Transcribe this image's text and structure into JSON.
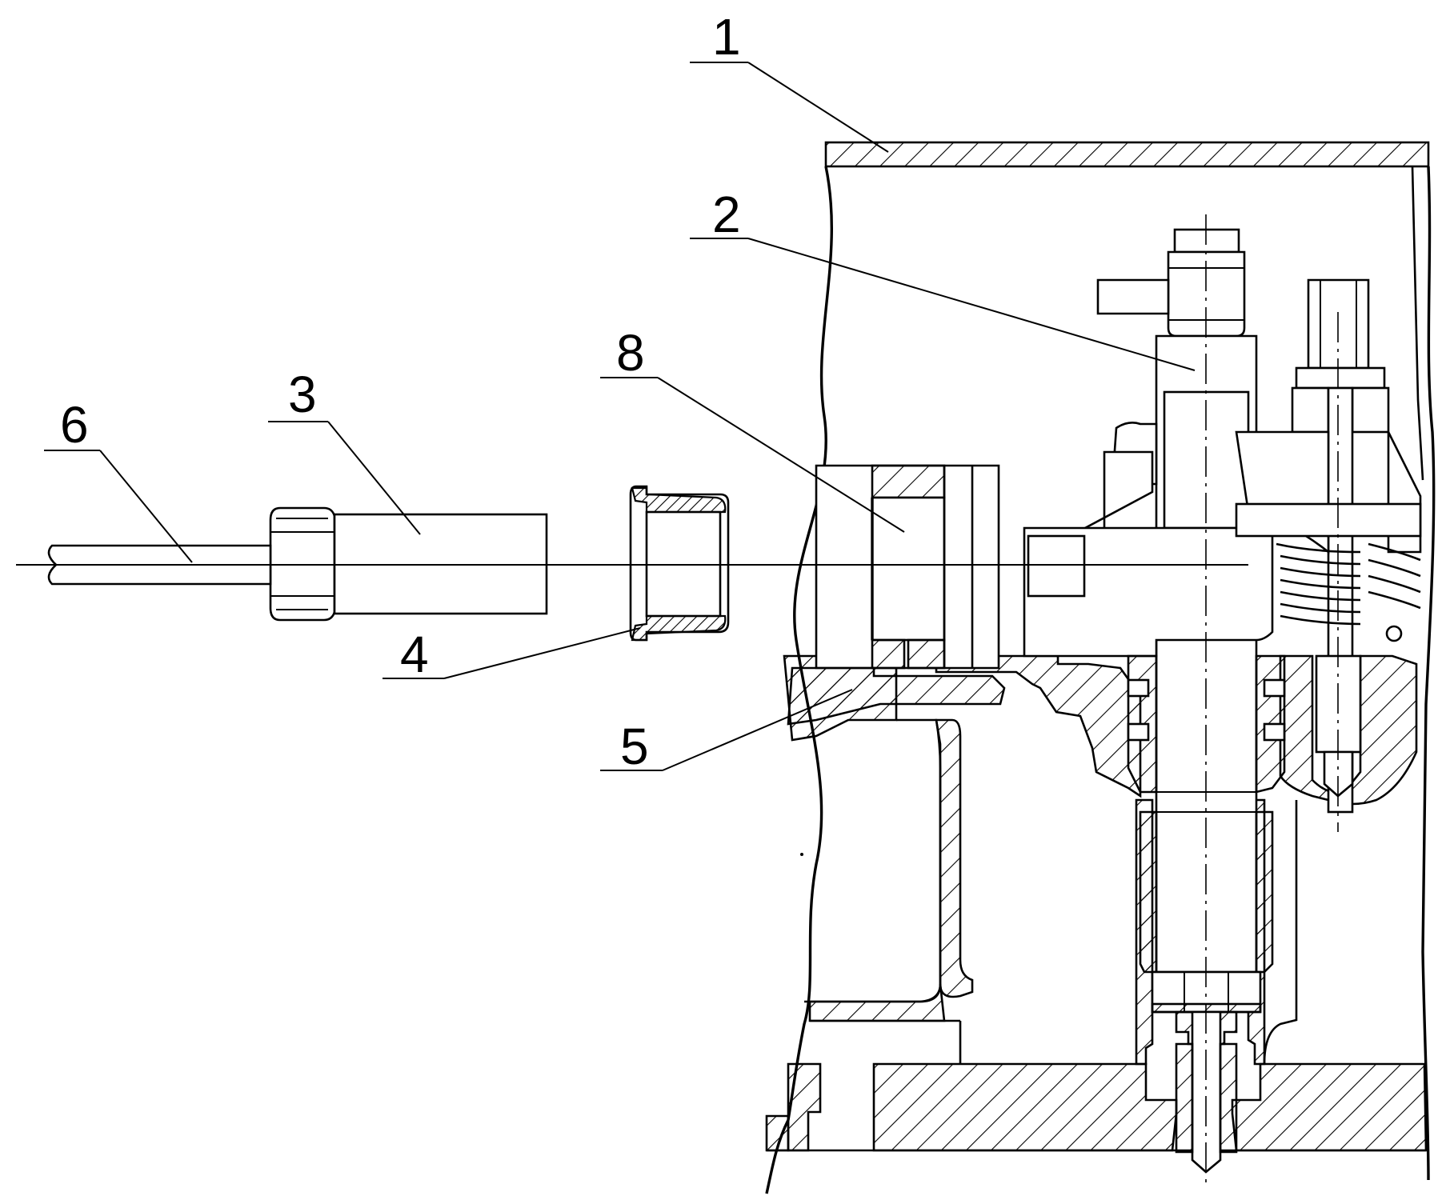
{
  "figure": {
    "callouts": [
      {
        "id": "callout-1",
        "label": "1"
      },
      {
        "id": "callout-2",
        "label": "2"
      },
      {
        "id": "callout-3",
        "label": "3"
      },
      {
        "id": "callout-4",
        "label": "4"
      },
      {
        "id": "callout-5",
        "label": "5"
      },
      {
        "id": "callout-6",
        "label": "6"
      },
      {
        "id": "callout-8",
        "label": "8"
      }
    ]
  }
}
